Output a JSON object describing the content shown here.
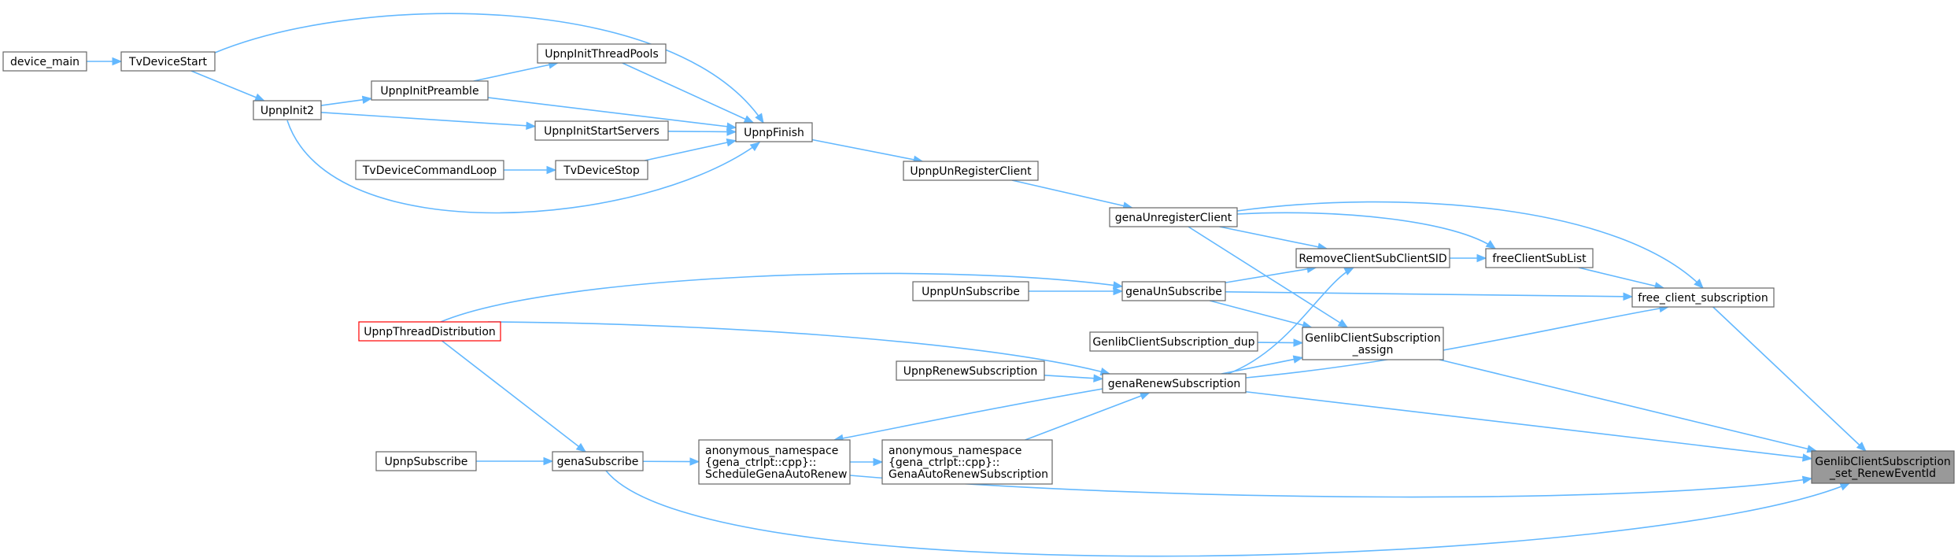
{
  "nodes": [
    {
      "id": "device_main",
      "lines": [
        "device_main"
      ]
    },
    {
      "id": "TvDeviceStart",
      "lines": [
        "TvDeviceStart"
      ]
    },
    {
      "id": "UpnpInit2",
      "lines": [
        "UpnpInit2"
      ]
    },
    {
      "id": "UpnpInitPreamble",
      "lines": [
        "UpnpInitPreamble"
      ]
    },
    {
      "id": "UpnpInitThreadPools",
      "lines": [
        "UpnpInitThreadPools"
      ]
    },
    {
      "id": "UpnpInitStartServers",
      "lines": [
        "UpnpInitStartServers"
      ]
    },
    {
      "id": "TvDeviceCommandLoop",
      "lines": [
        "TvDeviceCommandLoop"
      ]
    },
    {
      "id": "TvDeviceStop",
      "lines": [
        "TvDeviceStop"
      ]
    },
    {
      "id": "UpnpFinish",
      "lines": [
        "UpnpFinish"
      ]
    },
    {
      "id": "UpnpUnRegisterClient",
      "lines": [
        "UpnpUnRegisterClient"
      ]
    },
    {
      "id": "genaUnregisterClient",
      "lines": [
        "genaUnregisterClient"
      ]
    },
    {
      "id": "RemoveClientSubClientSID",
      "lines": [
        "RemoveClientSubClientSID"
      ]
    },
    {
      "id": "freeClientSubList",
      "lines": [
        "freeClientSubList"
      ]
    },
    {
      "id": "UpnpUnSubscribe",
      "lines": [
        "UpnpUnSubscribe"
      ]
    },
    {
      "id": "genaUnSubscribe",
      "lines": [
        "genaUnSubscribe"
      ]
    },
    {
      "id": "free_client_subscription",
      "lines": [
        "free_client_subscription"
      ]
    },
    {
      "id": "UpnpThreadDistribution",
      "lines": [
        "UpnpThreadDistribution"
      ],
      "highlight": true
    },
    {
      "id": "GenlibClientSubscription_dup",
      "lines": [
        "GenlibClientSubscription_dup"
      ]
    },
    {
      "id": "GenlibClientSubscription_assign",
      "lines": [
        "GenlibClientSubscription",
        "_assign"
      ]
    },
    {
      "id": "UpnpRenewSubscription",
      "lines": [
        "UpnpRenewSubscription"
      ]
    },
    {
      "id": "genaRenewSubscription",
      "lines": [
        "genaRenewSubscription"
      ]
    },
    {
      "id": "ScheduleGenaAutoRenew",
      "lines": [
        "anonymous_namespace",
        "{gena_ctrlpt::cpp}::",
        "ScheduleGenaAutoRenew"
      ]
    },
    {
      "id": "GenaAutoRenewSubscription",
      "lines": [
        "anonymous_namespace",
        "{gena_ctrlpt::cpp}::",
        "GenaAutoRenewSubscription"
      ]
    },
    {
      "id": "UpnpSubscribe",
      "lines": [
        "UpnpSubscribe"
      ]
    },
    {
      "id": "genaSubscribe",
      "lines": [
        "genaSubscribe"
      ]
    },
    {
      "id": "GenlibClientSubscription_set_RenewEventId",
      "lines": [
        "GenlibClientSubscription",
        "_set_RenewEventId"
      ],
      "focus": true
    }
  ],
  "edges": [
    [
      "device_main",
      "TvDeviceStart"
    ],
    [
      "TvDeviceStart",
      "UpnpInit2"
    ],
    [
      "TvDeviceStart",
      "UpnpFinish"
    ],
    [
      "UpnpInit2",
      "UpnpInitPreamble"
    ],
    [
      "UpnpInit2",
      "UpnpInitStartServers"
    ],
    [
      "UpnpInit2",
      "UpnpFinish"
    ],
    [
      "UpnpInitPreamble",
      "UpnpInitThreadPools"
    ],
    [
      "UpnpInitPreamble",
      "UpnpFinish"
    ],
    [
      "UpnpInitThreadPools",
      "UpnpFinish"
    ],
    [
      "UpnpInitStartServers",
      "UpnpFinish"
    ],
    [
      "TvDeviceCommandLoop",
      "TvDeviceStop"
    ],
    [
      "TvDeviceStop",
      "UpnpFinish"
    ],
    [
      "UpnpFinish",
      "UpnpUnRegisterClient"
    ],
    [
      "UpnpUnRegisterClient",
      "genaUnregisterClient"
    ],
    [
      "genaUnregisterClient",
      "RemoveClientSubClientSID"
    ],
    [
      "genaUnregisterClient",
      "freeClientSubList"
    ],
    [
      "genaUnregisterClient",
      "free_client_subscription"
    ],
    [
      "genaUnregisterClient",
      "GenlibClientSubscription_assign"
    ],
    [
      "RemoveClientSubClientSID",
      "freeClientSubList"
    ],
    [
      "freeClientSubList",
      "free_client_subscription"
    ],
    [
      "UpnpThreadDistribution",
      "genaUnSubscribe"
    ],
    [
      "UpnpThreadDistribution",
      "genaRenewSubscription"
    ],
    [
      "UpnpThreadDistribution",
      "genaSubscribe"
    ],
    [
      "UpnpUnSubscribe",
      "genaUnSubscribe"
    ],
    [
      "genaUnSubscribe",
      "RemoveClientSubClientSID"
    ],
    [
      "genaUnSubscribe",
      "free_client_subscription"
    ],
    [
      "genaUnSubscribe",
      "GenlibClientSubscription_assign"
    ],
    [
      "genaRenewSubscription",
      "RemoveClientSubClientSID"
    ],
    [
      "genaRenewSubscription",
      "GenlibClientSubscription_assign"
    ],
    [
      "genaRenewSubscription",
      "free_client_subscription"
    ],
    [
      "genaRenewSubscription",
      "ScheduleGenaAutoRenew"
    ],
    [
      "genaRenewSubscription",
      "GenlibClientSubscription_set_RenewEventId"
    ],
    [
      "GenaAutoRenewSubscription",
      "genaRenewSubscription"
    ],
    [
      "UpnpRenewSubscription",
      "genaRenewSubscription"
    ],
    [
      "GenlibClientSubscription_dup",
      "GenlibClientSubscription_assign"
    ],
    [
      "UpnpSubscribe",
      "genaSubscribe"
    ],
    [
      "genaSubscribe",
      "ScheduleGenaAutoRenew"
    ],
    [
      "genaSubscribe",
      "GenlibClientSubscription_set_RenewEventId"
    ],
    [
      "ScheduleGenaAutoRenew",
      "GenaAutoRenewSubscription"
    ],
    [
      "ScheduleGenaAutoRenew",
      "GenlibClientSubscription_set_RenewEventId"
    ],
    [
      "GenlibClientSubscription_assign",
      "GenlibClientSubscription_set_RenewEventId"
    ],
    [
      "free_client_subscription",
      "GenlibClientSubscription_set_RenewEventId"
    ]
  ],
  "colors": {
    "edge": "#63b8ff",
    "node_border": "#666666",
    "highlight_border": "#ff0000",
    "focus_fill": "#999999"
  }
}
